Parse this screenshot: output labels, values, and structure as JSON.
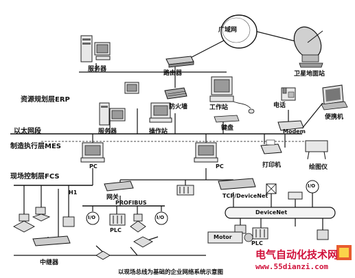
{
  "layers": {
    "erp": "资源规划层ERP",
    "ethernet": "以太网段",
    "mes": "制造执行层MES",
    "fcs": "现场控制层FCS"
  },
  "devices": {
    "internet": "广域网",
    "server_top": "服务器",
    "router": "路由器",
    "satellite": "卫星地面站",
    "firewall": "防火墙",
    "workstation": "工作站",
    "keyboard": "键盘",
    "server_mid": "服务器",
    "operator_station": "操作站",
    "phone": "电话",
    "modem": "Modem",
    "laptop": "便携机",
    "printer": "打印机",
    "plotter": "绘图仪",
    "pc_left": "PC",
    "pc_mid": "PC",
    "gateway": "网关",
    "profibus": "PROFIBUS",
    "h1": "H1",
    "tcp_devicenet": "TCP/DeviceNet",
    "devicenet": "DeviceNet",
    "io_a": "I/O",
    "io_b": "I/O",
    "io_c": "I/O",
    "plc_a": "PLC",
    "plc_b": "PLC",
    "motor": "Motor",
    "repeater": "中继器"
  },
  "caption": "以现场总线为基础的企业网络系统示意图",
  "watermark": {
    "title": "电气自动化技术网",
    "url": "www.55dianzi.com",
    "color": "#d0103a"
  }
}
